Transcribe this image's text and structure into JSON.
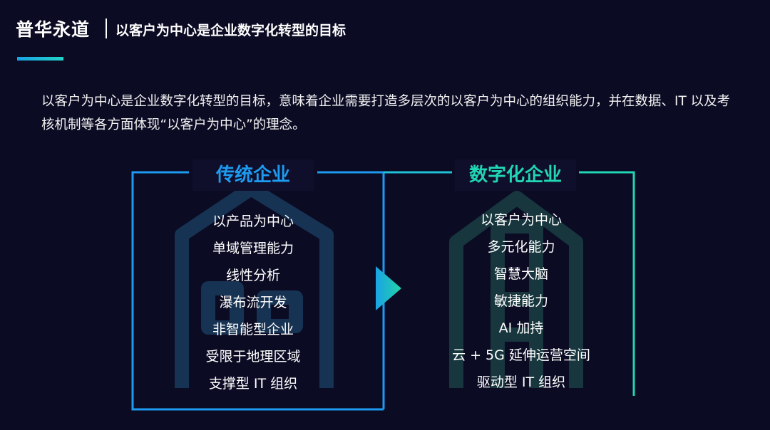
{
  "header": {
    "brand": "普华永道",
    "title": "以客户为中心是企业数字化转型的目标"
  },
  "intro": "以客户为中心是企业数字化转型的目标，意味着企业需要打造多层次的以客户为中心的组织能力，并在数据、IT 以及考核机制等各方面体现“以客户为中心”的理念。",
  "traditional": {
    "heading": "传统企业",
    "items": [
      "以产品为中心",
      "单域管理能力",
      "线性分析",
      "瀑布流开发",
      "非智能型企业",
      "受限于地理区域",
      "支撑型 IT 组织"
    ]
  },
  "digital": {
    "heading": "数字化企业",
    "items": [
      "以客户为中心",
      "多元化能力",
      "智慧大脑",
      "敏捷能力",
      "AI 加持",
      "云 + 5G 延伸运营空间",
      "驱动型 IT 组织"
    ]
  },
  "colors": {
    "background": "#0b0b24",
    "traditional_accent": "#1d9bf0",
    "digital_accent": "#20d6b4"
  },
  "icons": [
    "house-watermark-icon",
    "building-watermark-icon",
    "arrow-right-icon"
  ]
}
